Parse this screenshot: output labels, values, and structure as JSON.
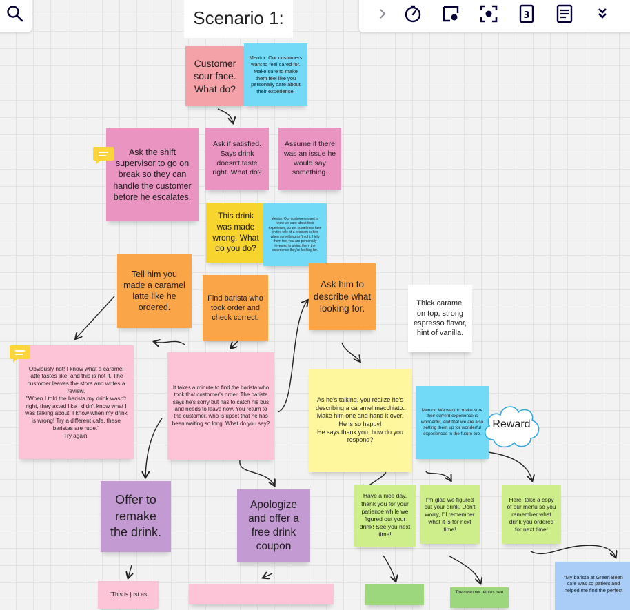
{
  "title": "Scenario 1:",
  "toolbar": {
    "left": [
      {
        "icon": "search-icon"
      }
    ],
    "right": [
      {
        "icon": "chevron-right-icon"
      },
      {
        "icon": "timer-icon"
      },
      {
        "icon": "cursor-presence-icon"
      },
      {
        "icon": "focus-icon"
      },
      {
        "icon": "countdown-icon"
      },
      {
        "icon": "notes-icon"
      },
      {
        "icon": "double-chevron-down-icon"
      }
    ]
  },
  "notes": {
    "customer_sour": "Customer sour face. What do?",
    "mentor_1": "Mentor: Our customers want to feel cared for. Make sure to make them feel like you personally care about their experience.",
    "ask_supervisor": "Ask the shift supervisor to go on break so they can handle the customer before he escalates.",
    "ask_satisfied": "Ask if satisfied. Says drink doesn't taste right. What do?",
    "assume_issue": "Assume if there was an issue he would say something.",
    "drink_wrong": "This drink was made wrong. What do you do?",
    "mentor_2": "Mentor: Our customers want to know we care about their experience, so we sometimes take on the role of a problem solver when something isn't right. Help them feel you are personally invested in giving them the experience they're looking for.",
    "tell_caramel": "Tell him you made a caramel latte like he ordered.",
    "find_barista": "Find barista who took order and check correct.",
    "ask_describe": "Ask him to describe what looking for.",
    "thick_caramel": "Thick caramel on top, strong espresso flavor, hint of vanilla.",
    "obviously_not": "Obviously not! I know what a caramel latte tastes like, and this is not it. The customer leaves the store and writes a review.\n\"When I told the barista my drink wasn't right, they acted like I didn't know what I was talking about. I know when my drink is wrong! Try a different cafe, these baristas are rude.\"\nTry again.",
    "takes_minute": "It takes a minute to find the barista who took that customer's order. The barista says he's sorry but has to catch his bus and needs to leave now. You return to the customer, who is upset that he has been waiting so long. What do you say?",
    "as_talking": "As he's talking, you realize he's describing a caramel macchiato. Make him one and hand it over. He is so happy!\nHe says thank you, how do you respond?",
    "mentor_3": "Mentor: We want to make sure their current experience is wonderful, and that we are also setting them up for wonderful experiences in the future too.",
    "reward": "Reward",
    "offer_remake": "Offer to remake the drink.",
    "apologize": "Apologize and offer a free drink coupon",
    "nice_day": "Have a nice day, thank you for your patience while we figured out your drink! See you next time!",
    "glad": "I'm glad we figured out your drink. Don't worry, I'll remember what it is for next time!",
    "menu_copy": "Here, take a copy of our menu so you remember what drink you ordered for next time!",
    "just_as": "\"This is just as",
    "my_barista": "\"My barista at Green Bean cafe was so patient and helped me find the perfect",
    "returns": "The customer returns next"
  },
  "colors": {
    "canvas": "#f2f2f2",
    "sticky_red_pink": "#f4a2a8",
    "sticky_pink": "#ea94c2",
    "sticky_light_pink": "#fdc3d7",
    "sticky_cyan": "#72d9f7",
    "sticky_yellow": "#f8d42e",
    "sticky_light_yellow": "#fef79e",
    "sticky_orange": "#fba549",
    "sticky_purple": "#c39ad2",
    "sticky_lime": "#cdee8a",
    "comment_yellow": "#fcd53b"
  }
}
